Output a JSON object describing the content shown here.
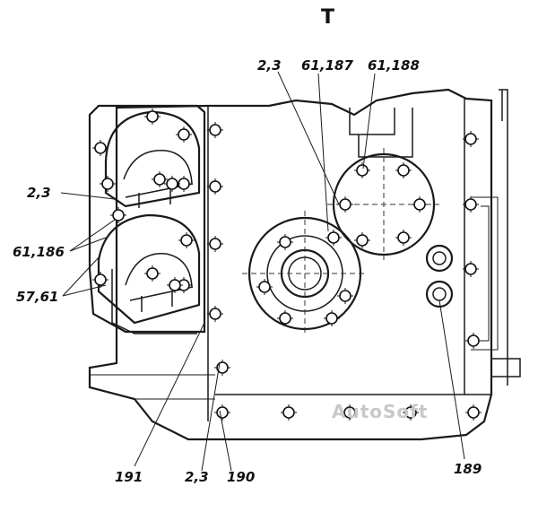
{
  "view_letter": "Т",
  "watermark": "AutoSoft",
  "callouts": {
    "top_left": "2,3",
    "top_mid": "61,187",
    "top_right": "61,188",
    "left_upper": "2,3",
    "left_mid": "61,186",
    "left_lower": "57,61",
    "bottom_191": "191",
    "bottom_23": "2,3",
    "bottom_190": "190",
    "bottom_189": "189"
  }
}
